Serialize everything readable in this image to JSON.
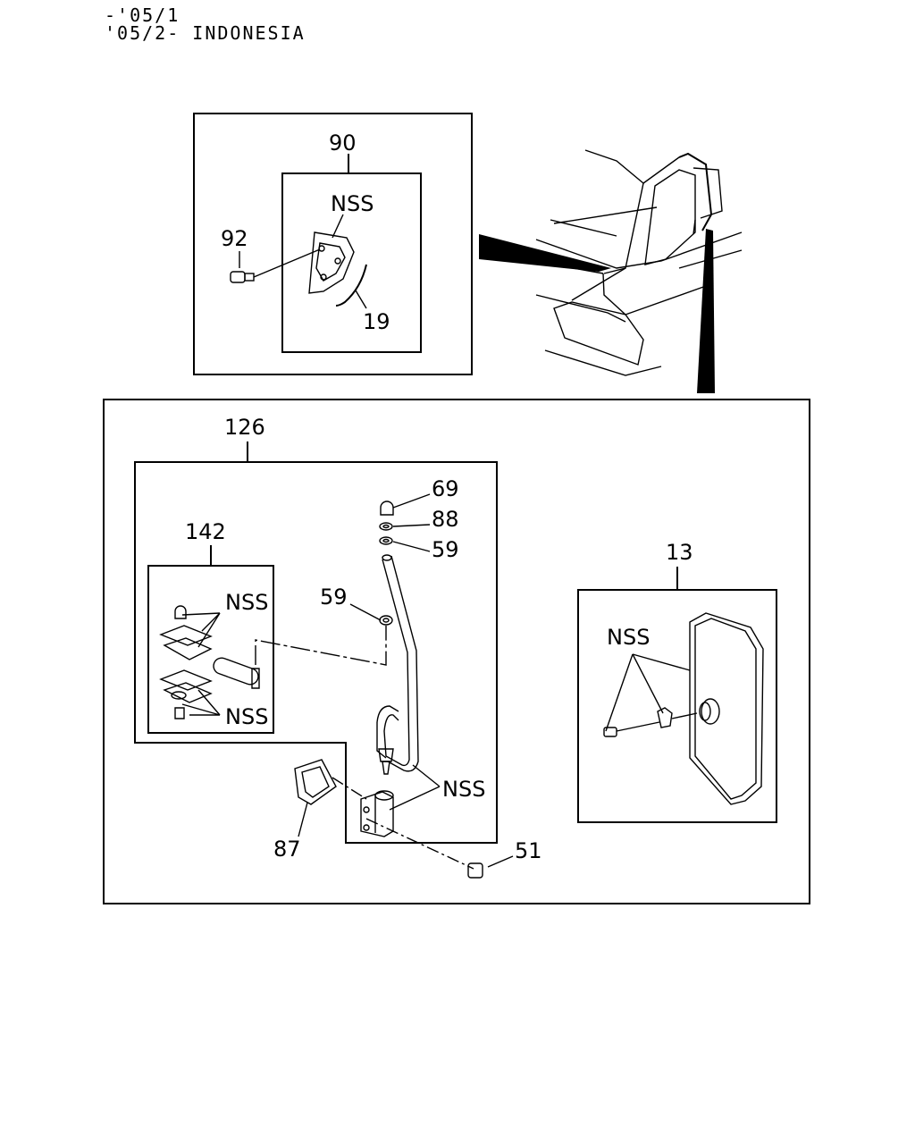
{
  "header": {
    "line1": "-'05/1",
    "line2": "'05/2- INDONESIA"
  },
  "callouts": {
    "c90": "90",
    "c92": "92",
    "c19": "19",
    "c126": "126",
    "c142": "142",
    "c69": "69",
    "c88": "88",
    "c59a": "59",
    "c59b": "59",
    "c13": "13",
    "c87": "87",
    "c51": "51",
    "nss_gasket": "NSS",
    "nss_bracket_top": "NSS",
    "nss_bracket_bottom": "NSS",
    "nss_arm": "NSS",
    "nss_mirror": "NSS"
  }
}
